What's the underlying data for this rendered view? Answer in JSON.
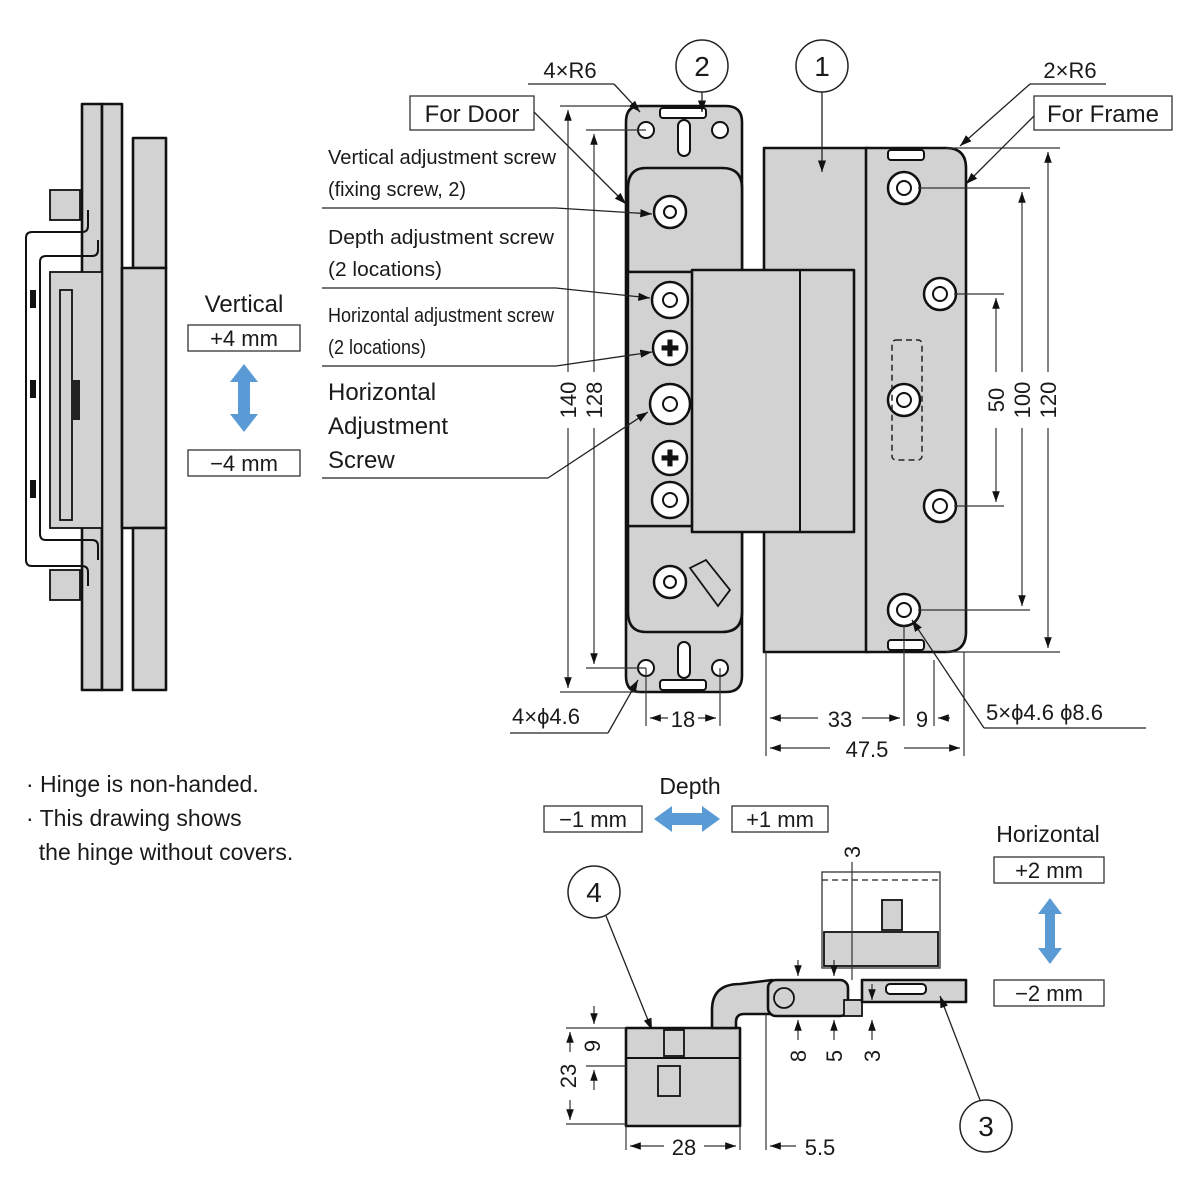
{
  "title": "Concealed hinge technical drawing",
  "colors": {
    "part_fill": "#d2d2d2",
    "arrow_blue": "#5b9bd5",
    "outline": "#111111"
  },
  "side_view": {
    "adjustment_title": "Vertical",
    "plus": "+4 mm",
    "minus": "−4 mm",
    "arrow_icon": "double-arrow-vertical"
  },
  "callouts": {
    "part_1": "1",
    "part_2": "2",
    "part_3": "3",
    "part_4": "4"
  },
  "labels": {
    "for_door": "For Door",
    "for_frame": "For Frame",
    "radius_door": "4×R6",
    "radius_frame": "2×R6",
    "vertical_screw_1": "Vertical adjustment screw",
    "vertical_screw_2": "(fixing screw, 2)",
    "depth_screw_1": "Depth adjustment screw",
    "depth_screw_2": "(2 locations)",
    "horizontal_screw_1": "Horizontal adjustment screw",
    "horizontal_screw_2": "(2 locations)",
    "horizontal_adj_1": "Horizontal",
    "horizontal_adj_2": "Adjustment",
    "horizontal_adj_3": "Screw"
  },
  "dimensions": {
    "door_height_outer": "140",
    "door_height_holes": "128",
    "door_hole_spec": "4×ϕ4.6",
    "door_hole_spacing": "18",
    "frame_hole_pitch_50": "50",
    "frame_hole_pitch_100": "100",
    "frame_height": "120",
    "frame_offset_33": "33",
    "frame_offset_9": "9",
    "frame_width": "47.5",
    "frame_hole_spec": "5×ϕ4.6 ϕ8.6",
    "bottom_3_top": "3",
    "bottom_8": "8",
    "bottom_5": "5",
    "bottom_3": "3",
    "bottom_23": "23",
    "bottom_9": "9",
    "bottom_28": "28",
    "bottom_5_5": "5.5"
  },
  "depth_adjust": {
    "title": "Depth",
    "minus": "−1 mm",
    "plus": "+1 mm",
    "arrow_icon": "double-arrow-horizontal"
  },
  "horizontal_adjust": {
    "title": "Horizontal",
    "plus": "+2 mm",
    "minus": "−2 mm",
    "arrow_icon": "double-arrow-vertical"
  },
  "notes": [
    "· Hinge is non-handed.",
    "· This drawing shows",
    "  the hinge without covers."
  ]
}
